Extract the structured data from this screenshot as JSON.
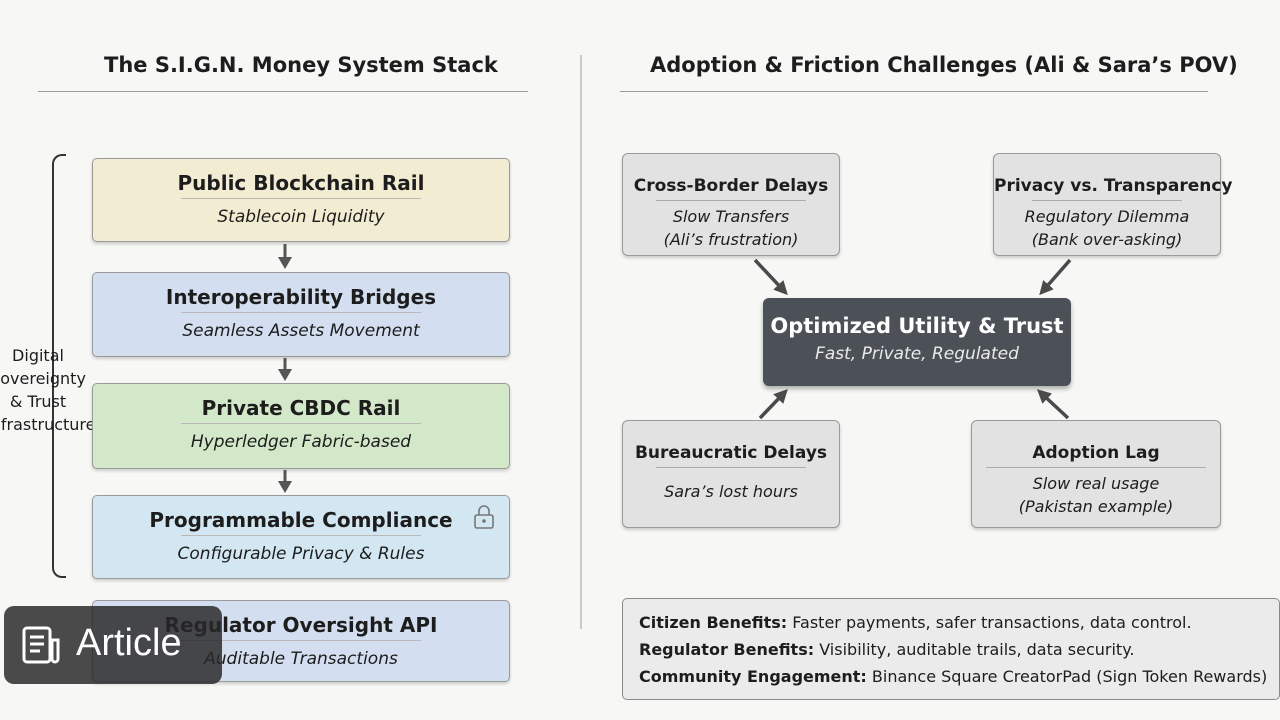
{
  "left_panel": {
    "title": "The S.I.G.N. Money System Stack",
    "brace_label_lines": [
      "Digital",
      "Sovereignty",
      "& Trust",
      "Infrastructure"
    ],
    "layers": [
      {
        "title": "Public Blockchain Rail",
        "subtitle": "Stablecoin Liquidity",
        "color": "#f2ecd2"
      },
      {
        "title": "Interoperability Bridges",
        "subtitle": "Seamless Assets Movement",
        "color": "#d3dff0"
      },
      {
        "title": "Private CBDC Rail",
        "subtitle": "Hyperledger Fabric-based",
        "color": "#d3e8c8"
      },
      {
        "title": "Programmable Compliance",
        "subtitle": "Configurable Privacy & Rules",
        "color": "#d3e7f3"
      },
      {
        "title": "Regulator Oversight API",
        "subtitle": "Auditable Transactions",
        "color": "#d3dff0"
      }
    ]
  },
  "right_panel": {
    "title": "Adoption & Friction Challenges (Ali & Sara’s POV)",
    "center": {
      "title": "Optimized Utility & Trust",
      "subtitle": "Fast, Private, Regulated"
    },
    "challenges": [
      {
        "title": "Cross-Border Delays",
        "lines": [
          "Slow Transfers",
          "(Ali’s frustration)"
        ]
      },
      {
        "title": "Privacy vs. Transparency",
        "lines": [
          "Regulatory Dilemma",
          "(Bank over-asking)"
        ]
      },
      {
        "title": "Bureaucratic Delays",
        "lines": [
          "Sara’s lost hours"
        ]
      },
      {
        "title": "Adoption Lag",
        "lines": [
          "Slow real usage",
          "(Pakistan example)"
        ]
      }
    ],
    "benefits": [
      {
        "label": "Citizen Benefits:",
        "text": " Faster payments, safer transactions, data control."
      },
      {
        "label": "Regulator Benefits:",
        "text": " Visibility, auditable trails, data security."
      },
      {
        "label": "Community Engagement:",
        "text": " Binance Square CreatorPad (Sign Token Rewards)"
      }
    ]
  },
  "overlay": {
    "article_label": "Article",
    "icon": "article-icon"
  }
}
